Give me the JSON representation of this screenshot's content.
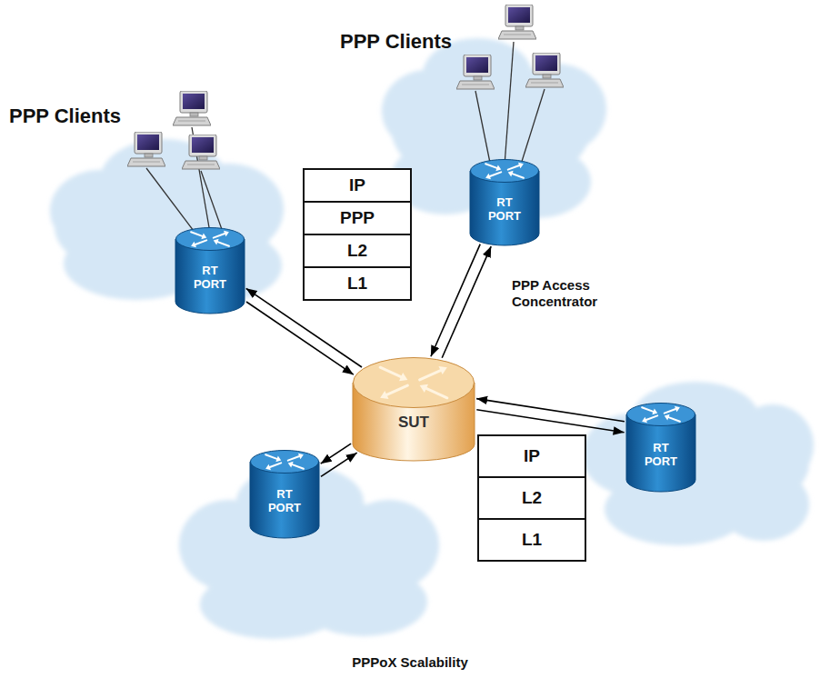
{
  "diagram": {
    "caption": "PPPoX Scalability",
    "nodes": [
      {
        "text": [
          "RT PORT"
        ]
      },
      {
        "text": [
          "RT PORT"
        ]
      },
      {
        "text": [
          "SUT",
          "PPP Access Concentrator"
        ]
      },
      {
        "text": [
          "RT PORT"
        ]
      },
      {
        "text": [
          "RT PORT"
        ]
      }
    ],
    "edges": [
      {
        "from": 2,
        "to": 0,
        "arrow": "to"
      },
      {
        "from": 0,
        "to": 2,
        "arrow": "to"
      },
      {
        "from": 2,
        "to": 1,
        "arrow": "to"
      },
      {
        "from": 1,
        "to": 2,
        "arrow": "to"
      },
      {
        "from": 2,
        "to": 3,
        "arrow": "to"
      },
      {
        "from": 3,
        "to": 2,
        "arrow": "to"
      },
      {
        "from": 2,
        "to": 4,
        "arrow": "to"
      },
      {
        "from": 4,
        "to": 2,
        "arrow": "to"
      }
    ],
    "labels": [
      "PPP Clients",
      "PPP Clients",
      "IP",
      "PPP",
      "L2",
      "L1",
      "IP",
      "L2",
      "L1"
    ]
  }
}
